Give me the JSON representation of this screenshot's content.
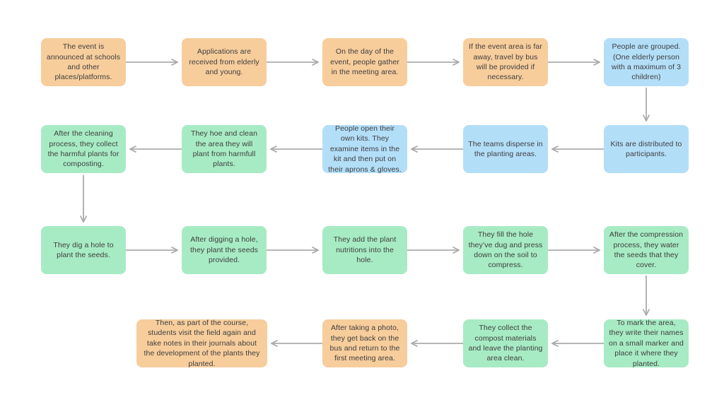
{
  "palette": {
    "bg": "#ffffff",
    "orange": "#F7CD9C",
    "blue": "#B3DEF8",
    "green": "#A7EBC4",
    "text": "#3e3e3e",
    "arrow": "#ABABAB"
  },
  "flow": {
    "nodes": [
      {
        "id": "event-announced",
        "color": "orange",
        "text": "The event is announced at schools and other places/platforms."
      },
      {
        "id": "applications",
        "color": "orange",
        "text": "Applications are received from elderly and young."
      },
      {
        "id": "gather",
        "color": "orange",
        "text": "On the day of the event, people gather in the meeting area."
      },
      {
        "id": "bus-travel",
        "color": "orange",
        "text": "If the event area is far away, travel by bus will be provided if necessary."
      },
      {
        "id": "grouping",
        "color": "blue",
        "text": "People are grouped. (One elderly person with a maximum of 3 children)"
      },
      {
        "id": "kits-distributed",
        "color": "blue",
        "text": "Kits are distributed to participants."
      },
      {
        "id": "teams-disperse",
        "color": "blue",
        "text": "The teams disperse in the planting areas."
      },
      {
        "id": "open-kits",
        "color": "blue",
        "text": "People open their own kits. They examine items in the kit and then put on their aprons & gloves."
      },
      {
        "id": "hoe-clean",
        "color": "green",
        "text": "They hoe and clean the area they will plant from harmfull plants."
      },
      {
        "id": "collect-harmful",
        "color": "green",
        "text": "After the cleaning process, they collect the harmful plants for composting."
      },
      {
        "id": "dig-hole",
        "color": "green",
        "text": "They dig a hole to plant the seeds."
      },
      {
        "id": "plant-seeds",
        "color": "green",
        "text": "After digging a hole, they plant the seeds provided."
      },
      {
        "id": "add-nutritions",
        "color": "green",
        "text": "They add the plant nutritions into the hole."
      },
      {
        "id": "fill-compress",
        "color": "green",
        "text": "They fill the hole they’ve dug and press down on the soil to compress."
      },
      {
        "id": "water-seeds",
        "color": "green",
        "text": "After the compression process, they water the seeds that they cover."
      },
      {
        "id": "mark-area",
        "color": "green",
        "text": "To mark the area, they write their names on a small marker and place it where they planted."
      },
      {
        "id": "collect-compost",
        "color": "green",
        "text": "They collect the compost materials and leave the planting area clean."
      },
      {
        "id": "return-bus",
        "color": "orange",
        "text": "After taking a photo, they get back on the bus and return to the first meeting area."
      },
      {
        "id": "journal-notes",
        "color": "orange",
        "text": "Then, as part of the course, students visit the field again and take notes in their journals about the development of the plants they planted."
      }
    ]
  }
}
